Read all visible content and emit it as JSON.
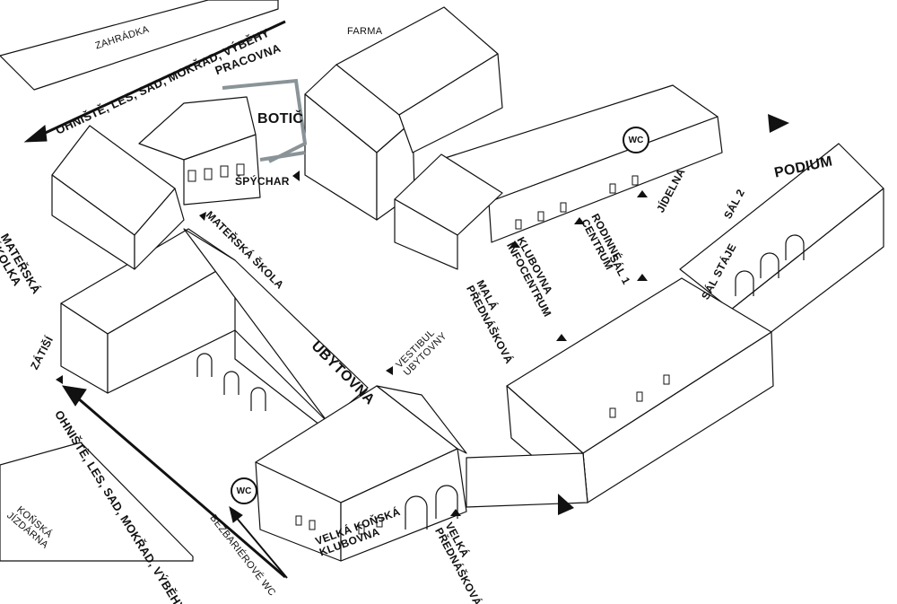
{
  "labels": {
    "zahradka": "ZAHRÁDKA",
    "top_path": "OHNIŠTĚ, LES, SAD, MOKŘAD, VÝBĚHY",
    "pracovna": "PRACOVNA",
    "farma": "FARMA",
    "botic": "BOTIČ",
    "spychar": "ŠPÝCHAR",
    "materska_skolka": "MATEŘSKÁ\nŠKOLKA",
    "materska_skola": "MATEŘSKÁ ŠKOLA",
    "podium": "PODIUM",
    "jidelna": "JÍDELNA",
    "sal2": "SÁL 2",
    "rodinne_centrum": "RODINNÉ\nCENTRUM",
    "klubovna_infocentrum": "KLUBOVNA\nINFOCENTRUM",
    "sal1": "SÁL 1",
    "sal_staje": "SÁL STÁJE",
    "mala_prednaskova": "MALÁ\nPŘEDNÁŠKOVÁ",
    "ubytovna": "UBYTOVNA",
    "vestibul": "VESTIBUL\nUBYTOVNY",
    "zatisi": "ZÁTIŠÍ",
    "bottom_path": "OHNIŠTĚ, LES, SAD, MOKŘAD, VÝBĚHY",
    "konska_jizdarna": "KOŇSKÁ\nJÍZDÁRNA",
    "bezbarierove_wc": "BEZBARIÉROVÉ WC",
    "velka_konska_klubovna": "VELKÁ KOŇSKÁ\nKLUBOVNA",
    "velka_prednaskova": "VELKÁ\nPŘEDNÁŠKOVÁ",
    "wc_top": "WC",
    "wc_bottom": "WC"
  },
  "colors": {
    "ink": "#111111",
    "pracovna_outline": "#8a9498",
    "background": "#ffffff"
  }
}
